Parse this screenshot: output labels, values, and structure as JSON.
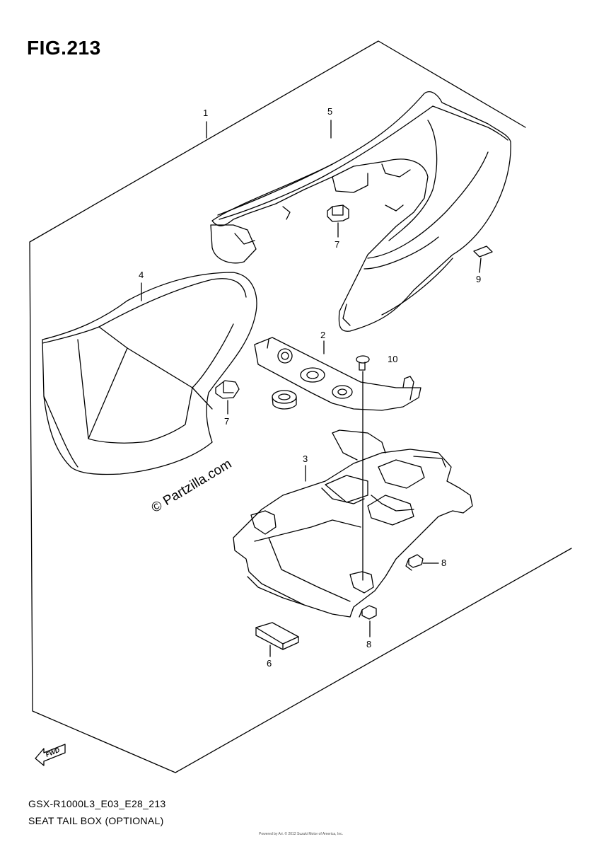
{
  "figure": {
    "title": "FIG.213"
  },
  "callouts": [
    {
      "id": "1",
      "label": "1"
    },
    {
      "id": "5",
      "label": "5"
    },
    {
      "id": "7a",
      "label": "7"
    },
    {
      "id": "9",
      "label": "9"
    },
    {
      "id": "4",
      "label": "4"
    },
    {
      "id": "2",
      "label": "2"
    },
    {
      "id": "10",
      "label": "10"
    },
    {
      "id": "7b",
      "label": "7"
    },
    {
      "id": "3",
      "label": "3"
    },
    {
      "id": "8a",
      "label": "8"
    },
    {
      "id": "8b",
      "label": "8"
    },
    {
      "id": "6",
      "label": "6"
    }
  ],
  "watermark": {
    "text": "© Partzilla.com"
  },
  "fwd_marker": {
    "label": "FWD"
  },
  "footer": {
    "model_code": "GSX-R1000L3_E03_E28_213",
    "section_title": "SEAT TAIL BOX (OPTIONAL)",
    "fine_print": "Powered by Ari. © 2012 Suzuki Motor of America, Inc."
  },
  "colors": {
    "line": "#000000",
    "background": "#ffffff"
  }
}
